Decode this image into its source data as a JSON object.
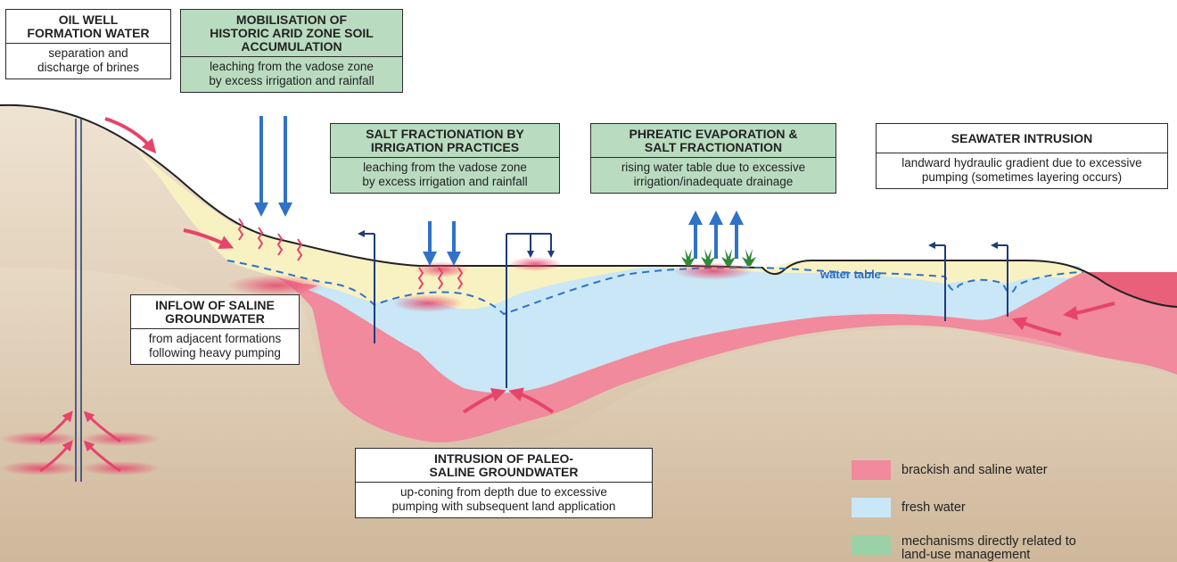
{
  "boxes": {
    "oil_well": {
      "title_line1": "OIL WELL",
      "title_line2": "FORMATION WATER",
      "desc_line1": "separation and",
      "desc_line2": "discharge of brines"
    },
    "mobilisation": {
      "title_line1": "MOBILISATION OF",
      "title_line2": "HISTORIC ARID ZONE SOIL",
      "title_line3": "ACCUMULATION",
      "desc_line1": "leaching from the vadose zone",
      "desc_line2": "by excess irrigation and rainfall"
    },
    "salt_fractionation": {
      "title_line1": "SALT FRACTIONATION BY",
      "title_line2": "IRRIGATION PRACTICES",
      "desc_line1": "leaching from the vadose zone",
      "desc_line2": "by excess irrigation and rainfall"
    },
    "phreatic": {
      "title_line1": "PHREATIC EVAPORATION &",
      "title_line2": "SALT FRACTIONATION",
      "desc_line1": "rising water table due to excessive",
      "desc_line2": "irrigation/inadequate drainage"
    },
    "seawater": {
      "title_line1": "SEAWATER INTRUSION",
      "desc_line1": "landward hydraulic gradient due to excessive",
      "desc_line2": "pumping (sometimes layering occurs)"
    },
    "inflow": {
      "title_line1": "INFLOW OF SALINE",
      "title_line2": "GROUNDWATER",
      "desc_line1": "from adjacent formations",
      "desc_line2": "following heavy pumping"
    },
    "paleo": {
      "title_line1": "INTRUSION OF PALEO-",
      "title_line2": "SALINE GROUNDWATER",
      "desc_line1": "up-coning from depth due to excessive",
      "desc_line2": "pumping with subsequent land  application"
    }
  },
  "water_table_label": "water table",
  "legend": [
    {
      "label_line1": "brackish and saline water",
      "label_line2": "",
      "color": "#f08a9c"
    },
    {
      "label_line1": "fresh water",
      "label_line2": "",
      "color": "#c9e7f6"
    },
    {
      "label_line1": "mechanisms directly related to",
      "label_line2": "land-use management",
      "color": "#9bd1a6"
    }
  ],
  "colors": {
    "soil": "#d8c5ac",
    "vadose": "#f8f1c2",
    "fresh": "#c9e7f6",
    "saline": "#f08a9c",
    "arrow_red": "#e6446a",
    "arrow_blue": "#2f72c7",
    "well": "#1e3c7a",
    "sea": "#e8607a"
  }
}
